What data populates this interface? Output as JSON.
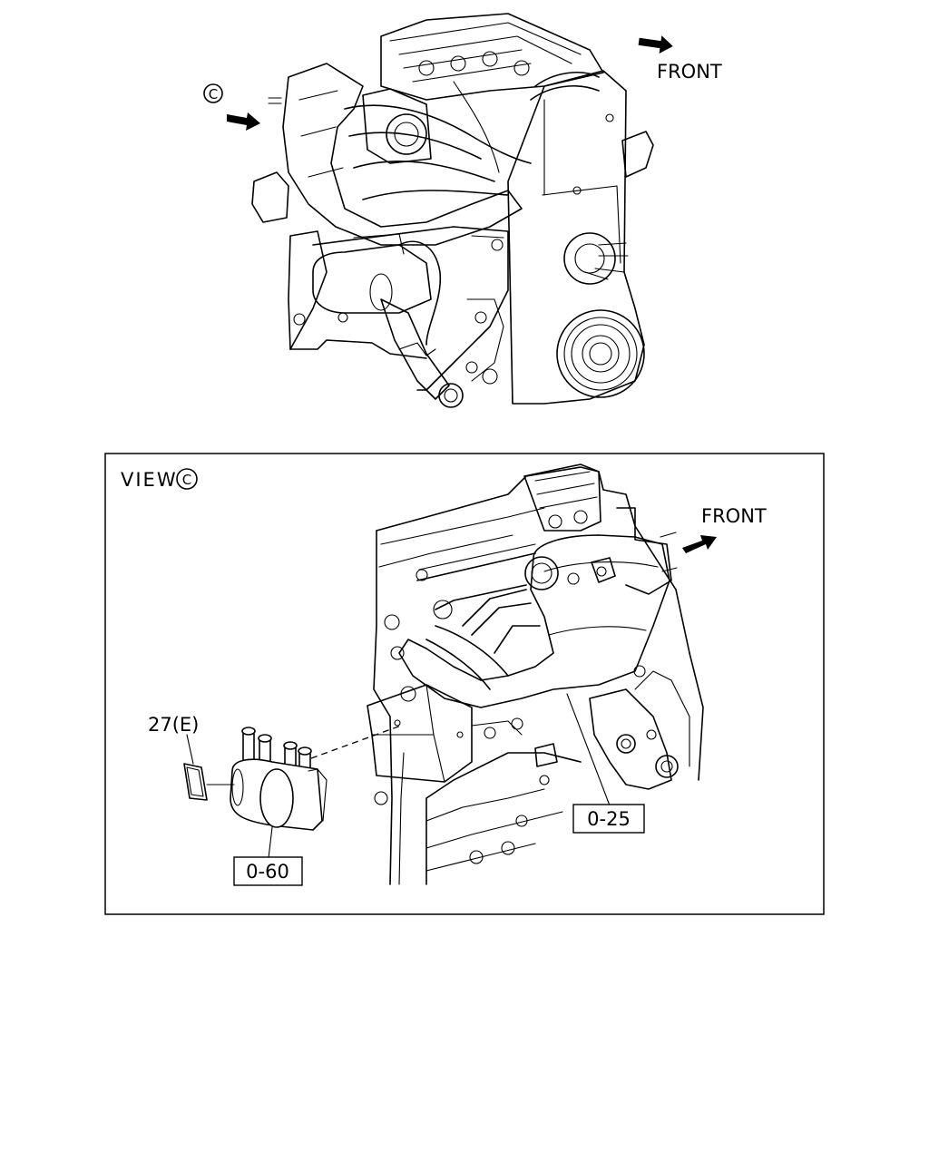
{
  "top_view": {
    "front_label": "FRONT",
    "view_marker": "C"
  },
  "detail_view": {
    "title_text": "VIEW",
    "title_marker": "C",
    "front_label": "FRONT",
    "callouts": {
      "gasket_ref": "27(E)",
      "coil_ref": "0-60",
      "manifold_ref": "0-25"
    }
  }
}
